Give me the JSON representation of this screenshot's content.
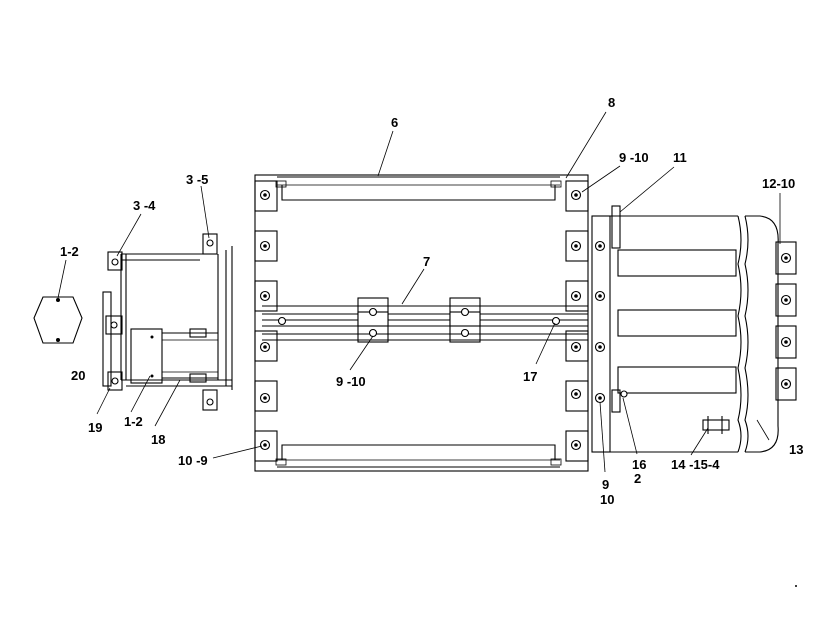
{
  "labels": {
    "l_8": "8",
    "l_6": "6",
    "l_9_10_top": "9 -10",
    "l_11": "11",
    "l_3_5": "3 -5",
    "l_12_10": "12-10",
    "l_3_4": "3 -4",
    "l_1_2_top": "1-2",
    "l_7": "7",
    "l_20": "20",
    "l_9_10_mid": "9 -10",
    "l_17": "17",
    "l_19": "19",
    "l_1_2_bot": "1-2",
    "l_18": "18",
    "l_13": "13",
    "l_10_9": "10 -9",
    "l_16": "16",
    "l_2": "2",
    "l_14_15_4": "14 -15-4",
    "l_9": "9",
    "l_10": "10"
  }
}
